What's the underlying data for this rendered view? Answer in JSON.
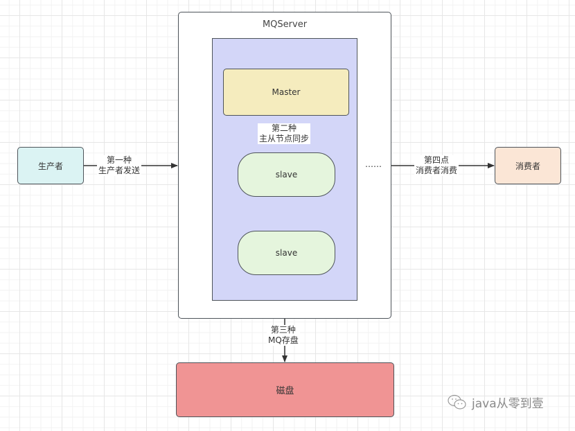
{
  "diagram": {
    "nodes": {
      "producer": "生产者",
      "consumer": "消费者",
      "mqserver": "MQServer",
      "master": "Master",
      "slave1": "slave",
      "slave2": "slave",
      "disk": "磁盘",
      "ellipsis": "……"
    },
    "edges": {
      "send": {
        "line1": "第一种",
        "line2": "生产者发送"
      },
      "sync": {
        "line1": "第二种",
        "line2": "主从节点同步"
      },
      "store": {
        "line1": "第三种",
        "line2": "MQ存盘"
      },
      "consume": {
        "line1": "第四点",
        "line2": "消费者消费"
      }
    },
    "colors": {
      "producer": "#dbf3f3",
      "consumer": "#fbe6d6",
      "cluster": "#d3d6f8",
      "master": "#f5ecbe",
      "slave": "#e5f5dd",
      "disk": "#f09494",
      "stroke": "#4d5359"
    }
  },
  "watermark": {
    "icon": "wechat-icon",
    "text": "java从零到壹"
  }
}
